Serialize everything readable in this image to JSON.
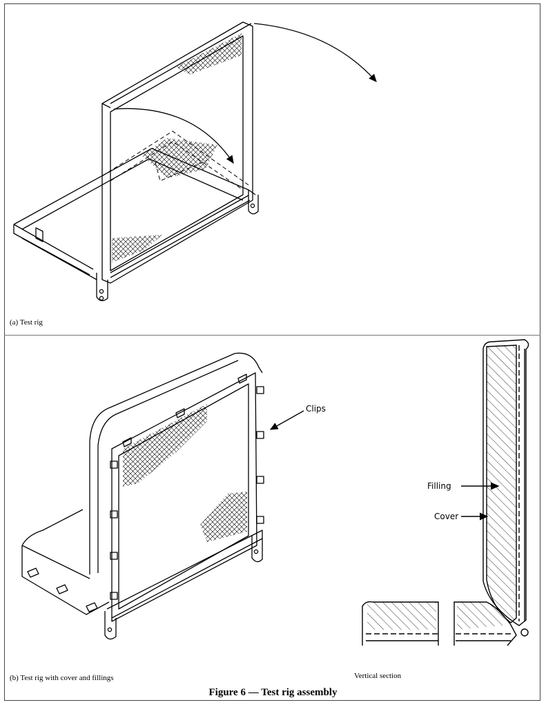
{
  "captions": {
    "a": "(a) Test rig",
    "b": "(b) Test rig with cover and fillings",
    "section": "Vertical section"
  },
  "labels": {
    "clips": "Clips",
    "filling": "Filling",
    "cover": "Cover"
  },
  "figure_title": "Figure 6 — Test rig assembly",
  "colors": {
    "line": "#000000",
    "frame": "#444444"
  }
}
